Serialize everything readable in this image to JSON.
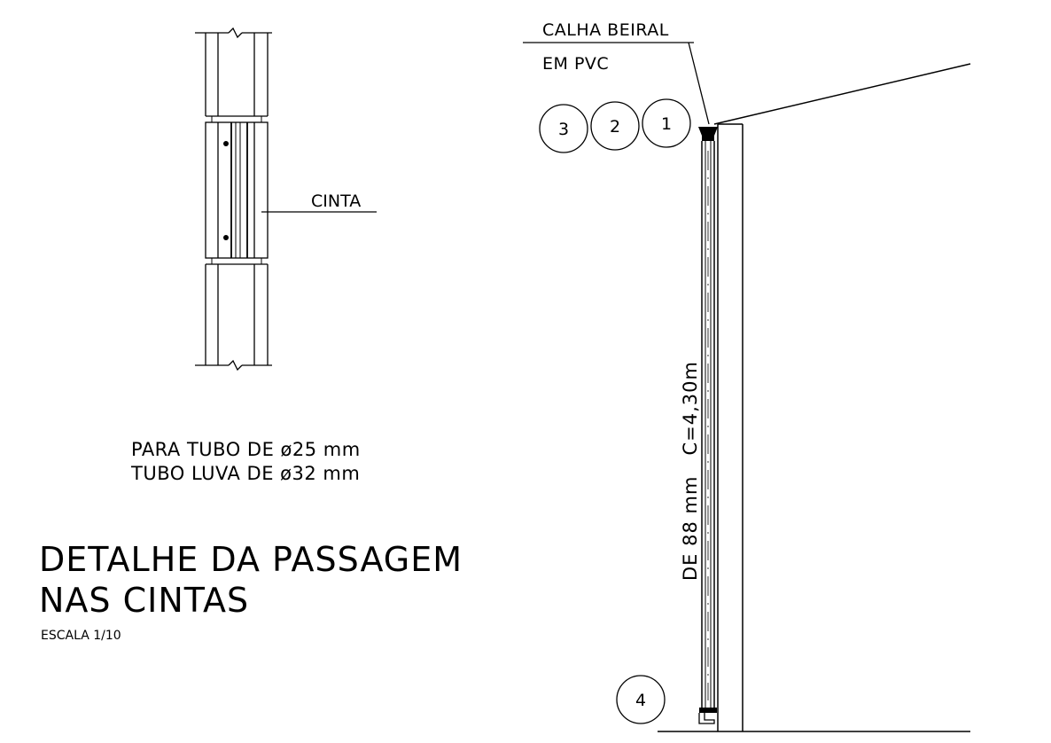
{
  "tube_detail": {
    "label": "CINTA",
    "note_line1": "PARA TUBO DE ø25 mm",
    "note_line2": "TUBO LUVA DE ø32 mm"
  },
  "title": {
    "line1": "DETALHE DA PASSAGEM",
    "line2": "NAS CINTAS",
    "scale": "ESCALA 1/10"
  },
  "gutter_detail": {
    "callout_line1": "CALHA BEIRAL",
    "callout_line2": "EM PVC",
    "markers": [
      "1",
      "2",
      "3",
      "4"
    ],
    "pipe_label": "DE 88 mm   C=4,30m"
  }
}
